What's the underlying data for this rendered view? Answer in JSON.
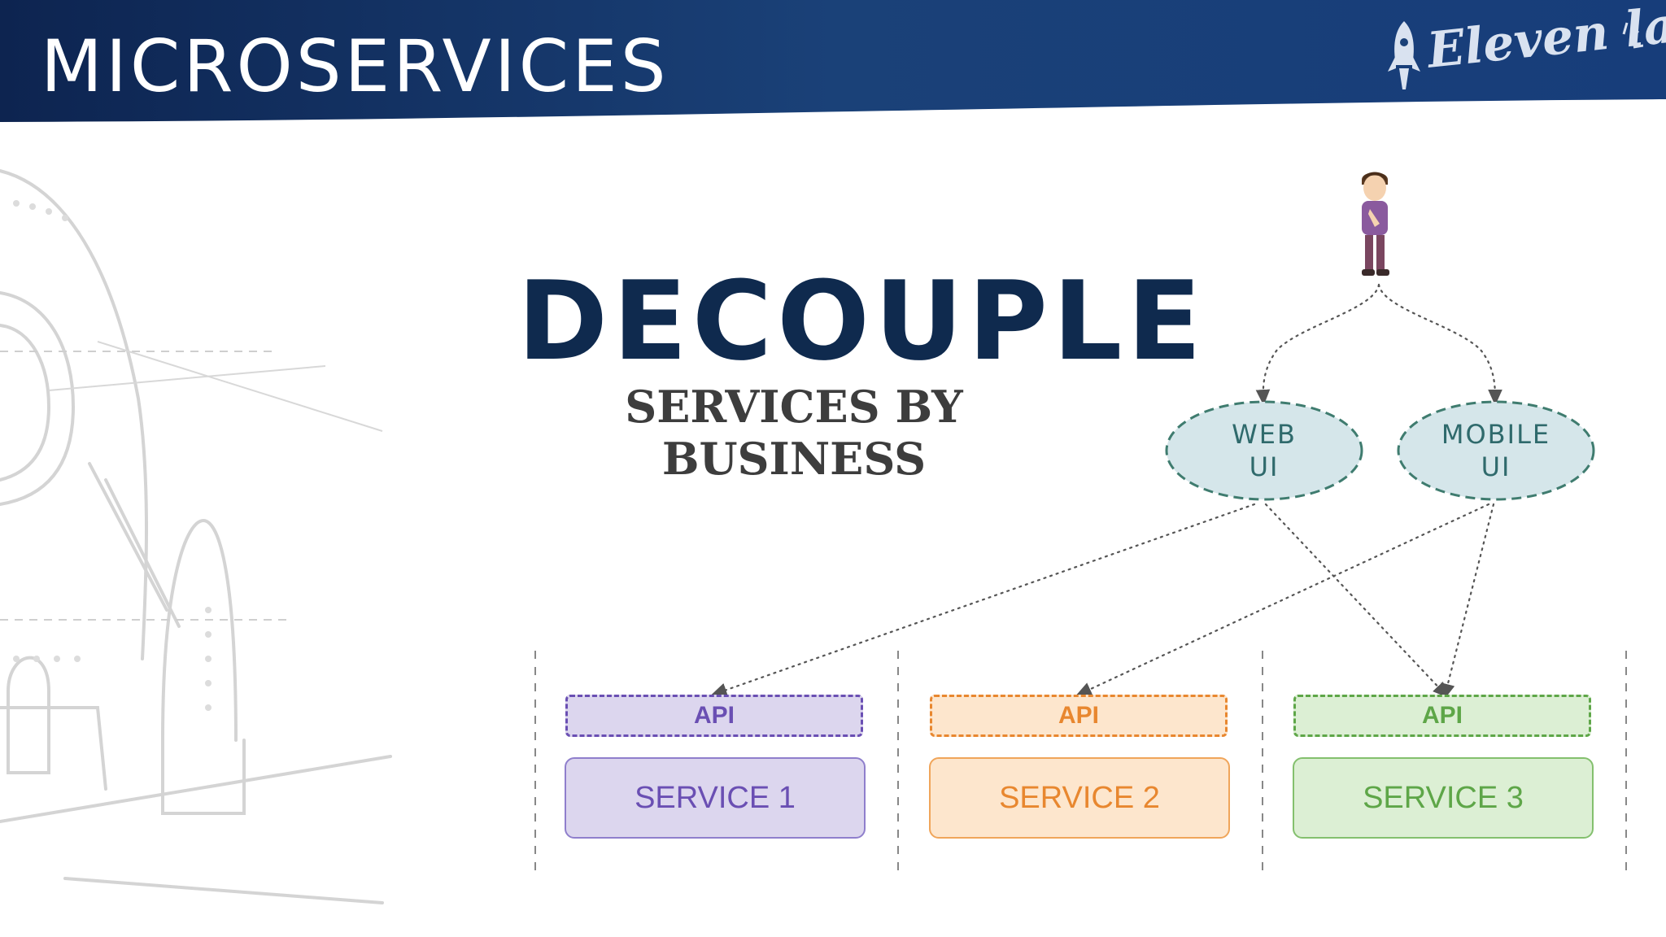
{
  "header": {
    "title": "MICROSERVICES",
    "logo_text": "Eleven labs",
    "bg_color": "#0f2f63"
  },
  "slide": {
    "title": "DECOUPLE",
    "subtitle": "SERVICES BY BUSINESS"
  },
  "diagram": {
    "user_icon": "person-icon",
    "web_ui": {
      "line1": "WEB",
      "line2": "UI"
    },
    "mobile_ui": {
      "line1": "MOBILE",
      "line2": "UI"
    },
    "columns": [
      {
        "api": "API",
        "service": "SERVICE 1",
        "accent": "#6a4fb3",
        "fill": "#dcd6ee",
        "border": "#8f7fcc"
      },
      {
        "api": "API",
        "service": "SERVICE 2",
        "accent": "#e8872f",
        "fill": "#fde6cd",
        "border": "#f0a55a"
      },
      {
        "api": "API",
        "service": "SERVICE 3",
        "accent": "#5ea648",
        "fill": "#dcefd4",
        "border": "#84c06e"
      }
    ],
    "ui_fill": "#d5e6ea",
    "ui_border": "#3f7c6f"
  }
}
